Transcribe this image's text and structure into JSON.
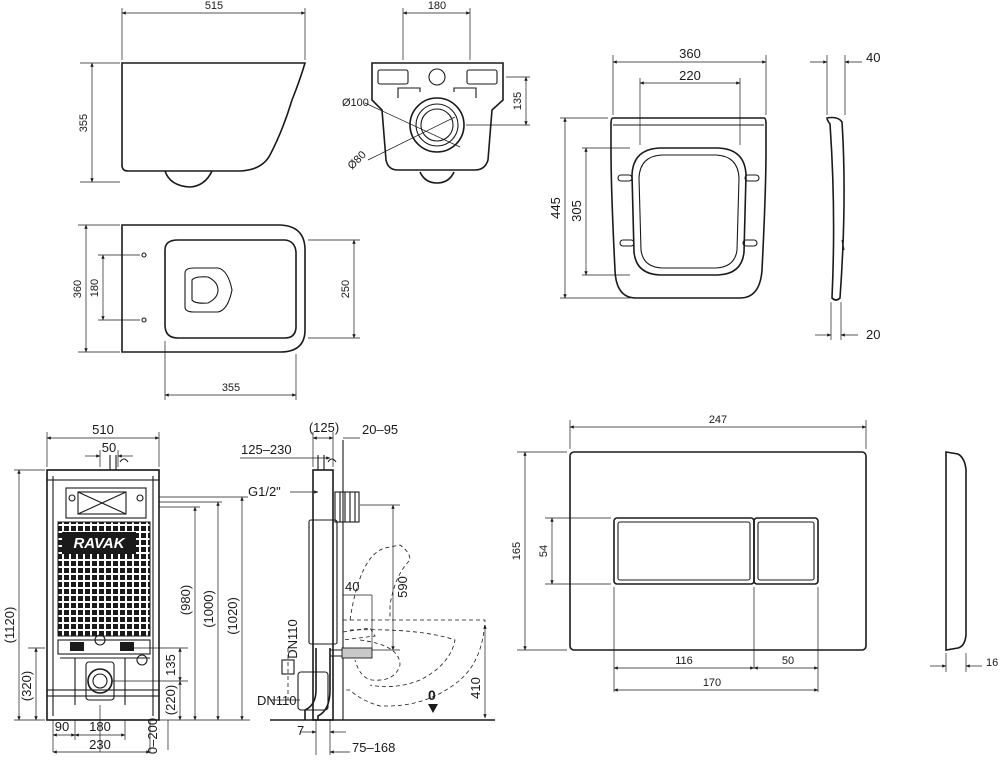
{
  "bowl_front": {
    "width": "515",
    "height": "355"
  },
  "bowl_back": {
    "width": "180",
    "offset": "135",
    "d_outlet": "Ø100",
    "d_inlet": "Ø80"
  },
  "bowl_top": {
    "width": "360",
    "fixing": "180",
    "inner": "250",
    "length": "355"
  },
  "seat_top": {
    "width": "360",
    "inner_width": "220",
    "length": "445",
    "inner_length": "305"
  },
  "seat_side": {
    "top": "40",
    "bottom": "20"
  },
  "frame_front": {
    "width": "510",
    "flush_offset": "50",
    "h_total": "(1120)",
    "h_320": "(320)",
    "h_980": "(980)",
    "h_1000": "(1000)",
    "h_1020": "(1020)",
    "h_135": "135",
    "h_220": "(220)",
    "h_0_200": "0–200",
    "w_90": "90",
    "w_180": "180",
    "w_230": "230",
    "brand": "RAVAK"
  },
  "frame_side": {
    "d_125": "(125)",
    "d_20_95": "20–95",
    "d_125_230": "125–230",
    "thread": "G1/2\"",
    "h_590": "590",
    "d_40": "40",
    "dn_top": "DN110",
    "dn_bottom": "DN110",
    "h_410": "410",
    "zero": "0",
    "d_7": "7",
    "d_75_168": "75–168"
  },
  "plate": {
    "width": "247",
    "height": "165",
    "btn_height": "54",
    "big_btn": "116",
    "small_btn": "50",
    "btn_total": "170",
    "depth": "16"
  }
}
